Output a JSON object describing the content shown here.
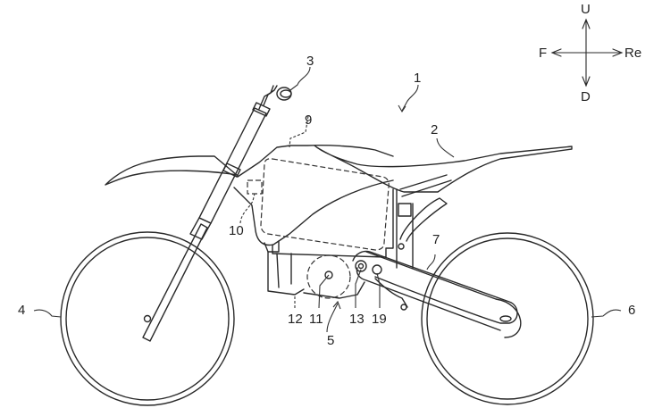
{
  "figure": {
    "type": "patent line drawing",
    "subject": "electric motorcycle side view"
  },
  "orientation": {
    "up": "U",
    "down": "D",
    "front": "F",
    "rear": "Re"
  },
  "labels": [
    {
      "id": "1",
      "text": "1",
      "part": "motorcycle (overall)"
    },
    {
      "id": "2",
      "text": "2",
      "part": "seat"
    },
    {
      "id": "3",
      "text": "3",
      "part": "handlebar grip"
    },
    {
      "id": "4",
      "text": "4",
      "part": "front wheel"
    },
    {
      "id": "5",
      "text": "5",
      "part": "power unit"
    },
    {
      "id": "6",
      "text": "6",
      "part": "rear wheel"
    },
    {
      "id": "7",
      "text": "7",
      "part": "swing arm / drive belt"
    },
    {
      "id": "9",
      "text": "9",
      "part": "battery"
    },
    {
      "id": "10",
      "text": "10",
      "part": "controller"
    },
    {
      "id": "11",
      "text": "11",
      "part": "electric motor"
    },
    {
      "id": "12",
      "text": "12",
      "part": "motor case"
    },
    {
      "id": "13",
      "text": "13",
      "part": "drive sprocket"
    },
    {
      "id": "19",
      "text": "19",
      "part": "pivot shaft"
    }
  ],
  "colors": {
    "line": "#2a2a2a",
    "background": "#ffffff"
  }
}
